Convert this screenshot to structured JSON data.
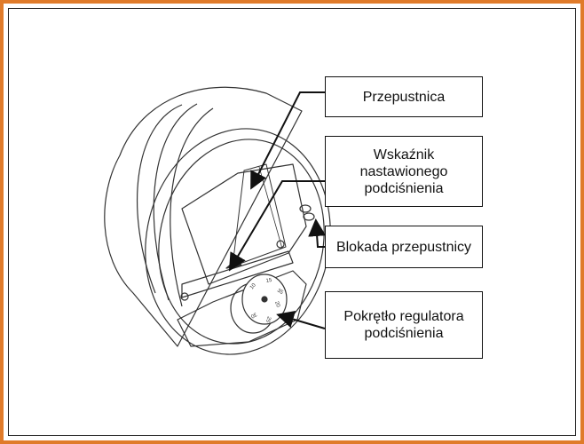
{
  "labels": {
    "damper": "Przepustnica",
    "vacuum_indicator": "Wskaźnik\nnastawionego\npodciśnienia",
    "damper_lock": "Blokada przepustnicy",
    "regulator_knob": "Pokrętło regulatora\npodciśnienia"
  },
  "knob_scale": [
    "10",
    "15",
    "20",
    "25",
    "30",
    "35"
  ],
  "colors": {
    "frame": "#e07b2a",
    "line": "#222222"
  }
}
